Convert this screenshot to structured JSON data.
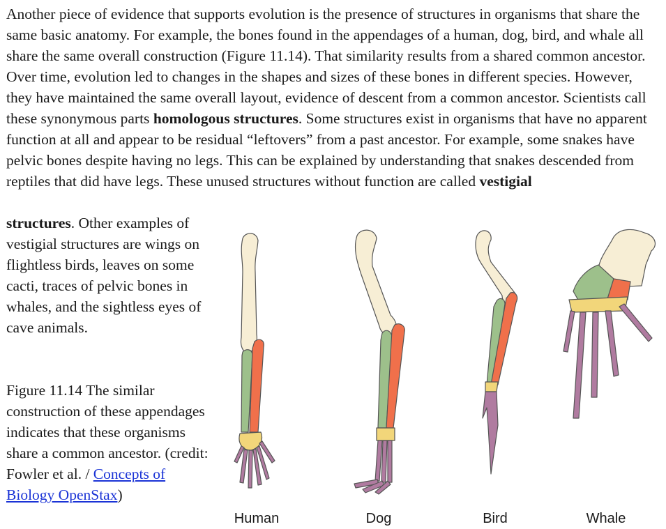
{
  "paragraph": {
    "part1": "Another piece of evidence that supports evolution is the presence of structures in organisms that share the same basic anatomy. For example, the bones found in the appendages of a human, dog, bird, and whale all share the same overall construction (Figure 11.14). That similarity results from a shared common ancestor. Over time, evolution led to changes in the shapes and sizes of these bones in different species. However, they have maintained the same overall layout, evidence of descent from a common ancestor. Scientists call these synonymous parts ",
    "term1": "homologous structures",
    "part2": ". Some structures exist in organisms that have no apparent function at all and appear to be residual “leftovers” from a past ancestor. For example, some snakes have pelvic bones despite having no legs. This can be explained by understanding that snakes descended from reptiles that did have legs. These unused structures without function are called ",
    "term2": "vestigial"
  },
  "side": {
    "term2_end": "structures",
    "text": ". Other examples of vestigial structures are wings on flightless birds, leaves on some cacti, traces of pelvic bones in whales, and the sightless eyes of cave animals."
  },
  "caption": {
    "text": "Figure 11.14 The similar construction of these appendages indicates that these organisms share a common ancestor. (credit: Fowler et al. / ",
    "link": "Concepts of Biology OpenStax",
    "end": ")"
  },
  "figure": {
    "labels": [
      "Human",
      "Dog",
      "Bird",
      "Whale"
    ],
    "colors": {
      "humerus": "#f7eed5",
      "ulna": "#9dc08b",
      "radius": "#f0704b",
      "carpals": "#f2d67a",
      "digits": "#b07ba0",
      "outline": "#555555"
    }
  }
}
